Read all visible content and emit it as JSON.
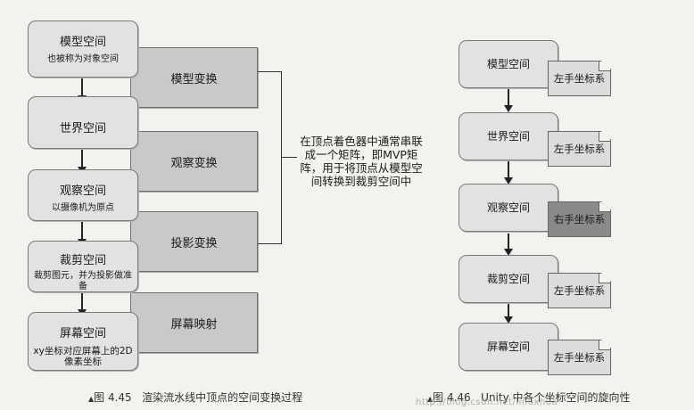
{
  "left_diagram": {
    "spaces": [
      {
        "title": "模型空间",
        "subtitle": "也被称为对象空间"
      },
      {
        "title": "世界空间",
        "subtitle": ""
      },
      {
        "title": "观察空间",
        "subtitle": "以摄像机为原点"
      },
      {
        "title": "裁剪空间",
        "subtitle": "裁剪图元，并为投影做准备"
      },
      {
        "title": "屏幕空间",
        "subtitle": "xy坐标对应屏幕上的2D像素坐标"
      }
    ],
    "transforms": [
      "模型变换",
      "观察变换",
      "投影变换",
      "屏幕映射"
    ],
    "note": "在顶点着色器中通常串联成一个矩阵，即MVP矩阵，用于将顶点从模型空间转换到裁剪空间中",
    "caption": {
      "figure": "图 4.45",
      "text": "渲染流水线中顶点的空间变换过程"
    }
  },
  "right_diagram": {
    "spaces": [
      {
        "title": "模型空间",
        "handedness": "左手坐标系",
        "highlight": false
      },
      {
        "title": "世界空间",
        "handedness": "左手坐标系",
        "highlight": false
      },
      {
        "title": "观察空间",
        "handedness": "右手坐标系",
        "highlight": true
      },
      {
        "title": "裁剪空间",
        "handedness": "左手坐标系",
        "highlight": false
      },
      {
        "title": "屏幕空间",
        "handedness": "左手坐标系",
        "highlight": false
      }
    ],
    "caption": {
      "figure": "图 4.46",
      "text": "Unity 中各个坐标空间的旋向性"
    }
  },
  "watermark": "http://blog.csdn.net/linuxhua"
}
